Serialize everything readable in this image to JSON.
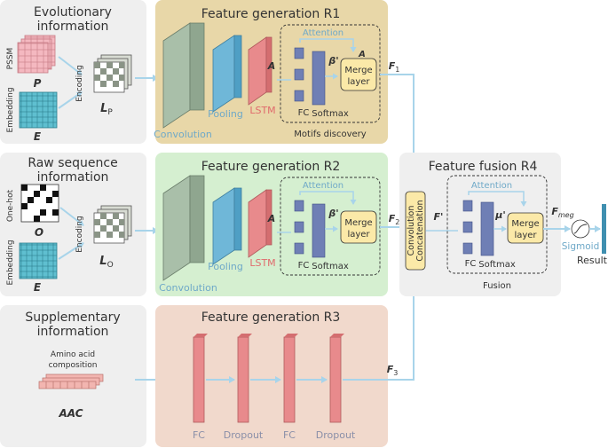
{
  "panels": {
    "evolutionary": {
      "title_line1": "Evolutionary",
      "title_line2": "information",
      "pssm_label": "PSSM",
      "p_symbol": "P",
      "embedding_label": "Embedding",
      "e_symbol": "E",
      "encoding_label": "Encoding",
      "l_symbol": "L",
      "l_sub": "P"
    },
    "raw": {
      "title_line1": "Raw sequence",
      "title_line2": "information",
      "onehot_label": "One-hot",
      "o_symbol": "O",
      "embedding_label": "Embedding",
      "e_symbol": "E",
      "encoding_label": "Encoding",
      "l_symbol": "L",
      "l_sub": "O"
    },
    "supplementary": {
      "title_line1": "Supplementary",
      "title_line2": "information",
      "aac_line1": "Amino acid",
      "aac_line2": "composition",
      "aac_symbol": "AAC"
    }
  },
  "r1": {
    "title": "Feature generation R1",
    "convolution": "Convolution",
    "pooling": "Pooling",
    "lstm": "LSTM",
    "a_symbol": "A",
    "attention": "Attention",
    "fc": "FC",
    "softmax": "Softmax",
    "beta": "β'",
    "merge_line1": "Merge",
    "merge_line2": "layer",
    "a_out": "A",
    "motifs": "Motifs discovery",
    "f_symbol": "F",
    "f_sub": "1"
  },
  "r2": {
    "title": "Feature generation R2",
    "convolution": "Convolution",
    "pooling": "Pooling",
    "lstm": "LSTM",
    "a_symbol": "A",
    "attention": "Attention",
    "fc": "FC",
    "softmax": "Softmax",
    "beta": "β'",
    "merge_line1": "Merge",
    "merge_line2": "layer",
    "f_symbol": "F",
    "f_sub": "2"
  },
  "r3": {
    "title": "Feature generation R3",
    "fc1": "FC",
    "dropout1": "Dropout",
    "fc2": "FC",
    "dropout2": "Dropout",
    "f_symbol": "F",
    "f_sub": "3"
  },
  "r4": {
    "title": "Feature fusion R4",
    "concat_line1": "Convolution",
    "concat_line2": "Concatenation",
    "f_prime": "F'",
    "attention": "Attention",
    "mu": "μ'",
    "merge_line1": "Merge",
    "merge_line2": "layer",
    "fc": "FC",
    "softmax": "Softmax",
    "fusion": "Fusion",
    "f_meg": "F",
    "f_meg_sub": "meg"
  },
  "output": {
    "sigmoid": "Sigmoid",
    "result": "Result"
  },
  "colors": {
    "arrow": "#a8d4ea",
    "r1_bg": "#e8d7a8",
    "r2_bg": "#d5efd0",
    "r3_bg": "#f1d9cc",
    "gray_bg": "#efefef",
    "conv": "#a9bfa9",
    "pool": "#6fb7d8",
    "lstm": "#e88a8c",
    "fc_block": "#6f7fb5",
    "merge": "#fbe9a8",
    "accent_text": "#6fa9c8",
    "lstm_text": "#e06a6c"
  }
}
